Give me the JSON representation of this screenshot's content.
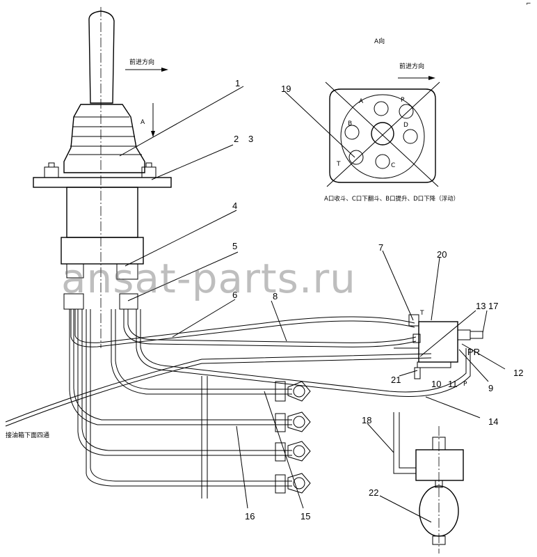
{
  "labels": {
    "forward_left": "前进方向",
    "forward_right": "前进方向",
    "view_a_arrow": "A",
    "view_a_title": "A向",
    "port_caption": "A口收斗、C口下翻斗、B口提升、D口下降（浮动）",
    "oil_tank_note": "接油箱下面四通",
    "port_p": "P",
    "port_t": "T",
    "port_pr": "PR",
    "circle_a": "A",
    "circle_b": "B",
    "circle_c": "C",
    "circle_d": "D",
    "circle_p": "P",
    "circle_t": "T",
    "watermark": "ansat-parts.ru",
    "corner_mark": "⌐"
  },
  "part_numbers": {
    "n1": "1",
    "n2": "2",
    "n3": "3",
    "n4": "4",
    "n5": "5",
    "n6": "6",
    "n7": "7",
    "n8": "8",
    "n9": "9",
    "n10": "10",
    "n11": "11",
    "n12": "12",
    "n13": "13",
    "n14": "14",
    "n15": "15",
    "n16": "16",
    "n17": "17",
    "n18": "18",
    "n19": "19",
    "n20": "20",
    "n21": "21",
    "n22": "22"
  }
}
